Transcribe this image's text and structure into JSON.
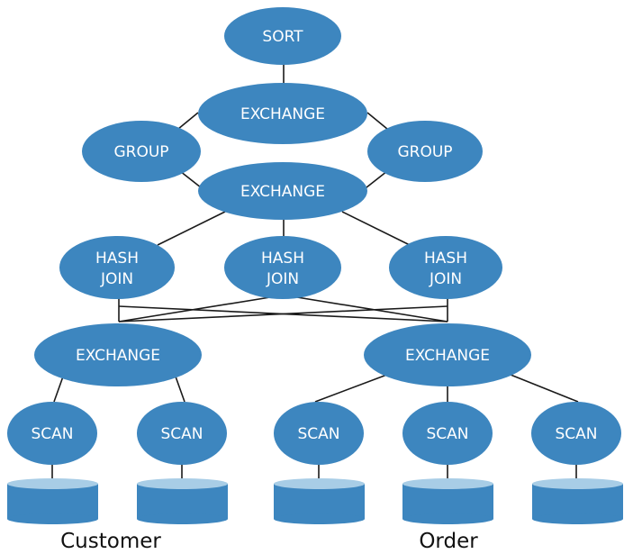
{
  "nodes": {
    "sort": {
      "label": "SORT"
    },
    "exchange_top": {
      "label": "EXCHANGE"
    },
    "group_left": {
      "label": "GROUP"
    },
    "group_right": {
      "label": "GROUP"
    },
    "exchange_mid": {
      "label": "EXCHANGE"
    },
    "hash_join_1": {
      "line1": "HASH",
      "line2": "JOIN"
    },
    "hash_join_2": {
      "line1": "HASH",
      "line2": "JOIN"
    },
    "hash_join_3": {
      "line1": "HASH",
      "line2": "JOIN"
    },
    "exchange_customer": {
      "label": "EXCHANGE"
    },
    "exchange_order": {
      "label": "EXCHANGE"
    },
    "scan_1": {
      "label": "SCAN"
    },
    "scan_2": {
      "label": "SCAN"
    },
    "scan_3": {
      "label": "SCAN"
    },
    "scan_4": {
      "label": "SCAN"
    },
    "scan_5": {
      "label": "SCAN"
    }
  },
  "tables": {
    "customer": {
      "label": "Customer"
    },
    "order": {
      "label": "Order"
    }
  },
  "colors": {
    "node_fill": "#3d86bf",
    "disk_body": "#3d86bf",
    "disk_top": "#a8cde6",
    "edge": "#1a1a1a"
  }
}
